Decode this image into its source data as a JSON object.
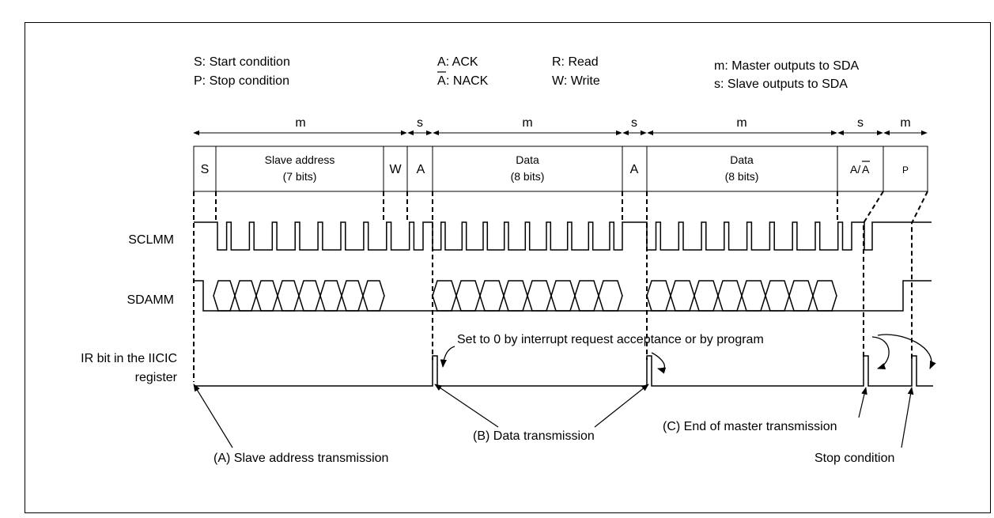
{
  "legend": {
    "start": "S: Start condition",
    "stop": "P: Stop condition",
    "ack": "A: ACK",
    "nack_letter": "A",
    "nack_rest": ": NACK",
    "read": "R: Read",
    "write": "W: Write",
    "master": "m: Master outputs to SDA",
    "slave": "s: Slave outputs to SDA"
  },
  "owners": [
    "m",
    "s",
    "m",
    "s",
    "m",
    "s",
    "m"
  ],
  "frame": {
    "s": "S",
    "addr1": "Slave address",
    "addr2": "(7 bits)",
    "w": "W",
    "a1": "A",
    "d1a": "Data",
    "d1b": "(8 bits)",
    "a2": "A",
    "d2a": "Data",
    "d2b": "(8 bits)",
    "aa_first": "A/",
    "aa_bar": "A",
    "p": "P"
  },
  "signals": {
    "scl": "SCLMM",
    "sda": "SDAMM",
    "ir1": "IR bit in the IICIC",
    "ir2": "register"
  },
  "notes": {
    "set0": "Set to 0 by interrupt request acceptance or by program"
  },
  "annotations": {
    "a": "(A) Slave address transmission",
    "b": "(B) Data transmission",
    "c": "(C) End of master transmission",
    "stop": "Stop condition"
  }
}
